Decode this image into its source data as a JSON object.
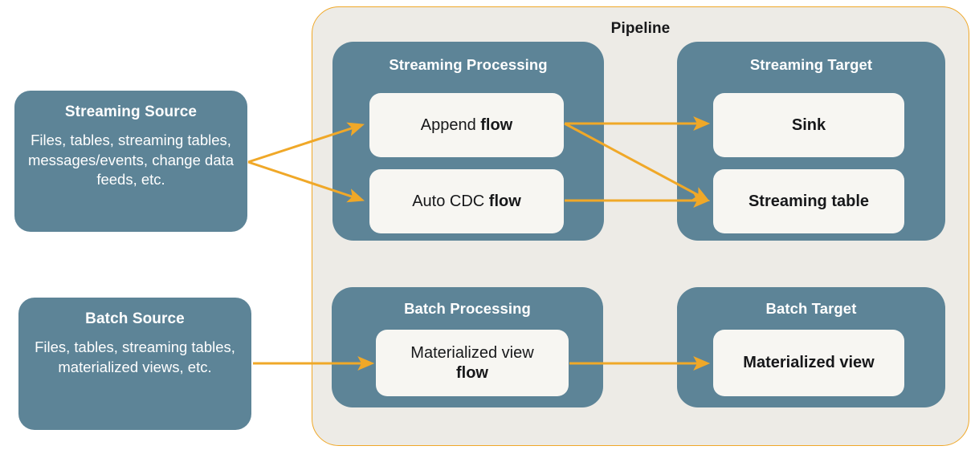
{
  "diagram": {
    "title": "Pipeline",
    "colors": {
      "accent_orange": "#F0A828",
      "group_teal": "#5D8497",
      "card_cream": "#F7F6F2",
      "pipeline_bg": "#EDEBE6",
      "text_dark": "#17181A",
      "text_light": "#FFFFFF"
    }
  },
  "sources": {
    "streaming": {
      "title": "Streaming Source",
      "description": "Files, tables, streaming tables, messages/events, change data feeds, etc."
    },
    "batch": {
      "title": "Batch Source",
      "description": "Files, tables, streaming tables, materialized views, etc."
    }
  },
  "groups": {
    "streaming_processing": {
      "title": "Streaming Processing",
      "cards": [
        {
          "prefix": "Append ",
          "bold": "flow"
        },
        {
          "prefix": "Auto CDC ",
          "bold": "flow"
        }
      ]
    },
    "streaming_target": {
      "title": "Streaming Target",
      "cards": [
        {
          "label": "Sink"
        },
        {
          "label": "Streaming table"
        }
      ]
    },
    "batch_processing": {
      "title": "Batch Processing",
      "cards": [
        {
          "line1": "Materialized view",
          "bold": "flow"
        }
      ]
    },
    "batch_target": {
      "title": "Batch Target",
      "cards": [
        {
          "label": "Materialized view"
        }
      ]
    }
  },
  "connections": [
    {
      "from": "Streaming Source",
      "to": "Append flow"
    },
    {
      "from": "Streaming Source",
      "to": "Auto CDC flow"
    },
    {
      "from": "Append flow",
      "to": "Sink"
    },
    {
      "from": "Append flow",
      "to": "Streaming table"
    },
    {
      "from": "Auto CDC flow",
      "to": "Streaming table"
    },
    {
      "from": "Batch Source",
      "to": "Materialized view flow"
    },
    {
      "from": "Materialized view flow",
      "to": "Materialized view"
    }
  ]
}
